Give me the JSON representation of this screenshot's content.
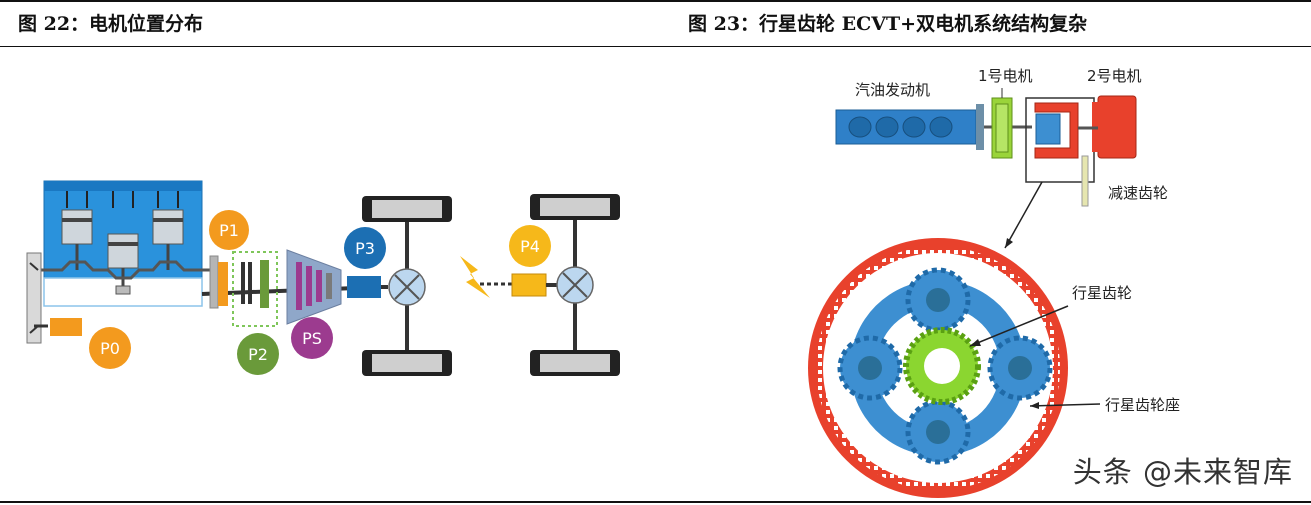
{
  "left_figure": {
    "title": "图 22：电机位置分布",
    "labels": {
      "p0": "P0",
      "p1": "P1",
      "p2": "P2",
      "p3": "P3",
      "p4": "P4",
      "ps": "PS"
    },
    "colors": {
      "engine_blue": "#1e88d6",
      "orange": "#f39a1e",
      "green": "#6a9a3a",
      "purple": "#9c3b8f",
      "dark_blue": "#1c6fb3",
      "yellow": "#f6b81a"
    }
  },
  "right_figure": {
    "title": "图 23：行星齿轮 ECVT+双电机系统结构复杂",
    "labels": {
      "engine": "汽油发动机",
      "motor1": "1号电机",
      "motor2": "2号电机",
      "reducer": "减速齿轮",
      "planet_gear": "行星齿轮",
      "carrier": "行星齿轮座"
    },
    "colors": {
      "ring_red": "#e8412c",
      "planet_blue": "#3d8fd1",
      "sun_green": "#8bd630",
      "engine_blue": "#2f80c8",
      "motor1_green": "#9ad43a"
    }
  },
  "watermark": "头条 @未来智库"
}
